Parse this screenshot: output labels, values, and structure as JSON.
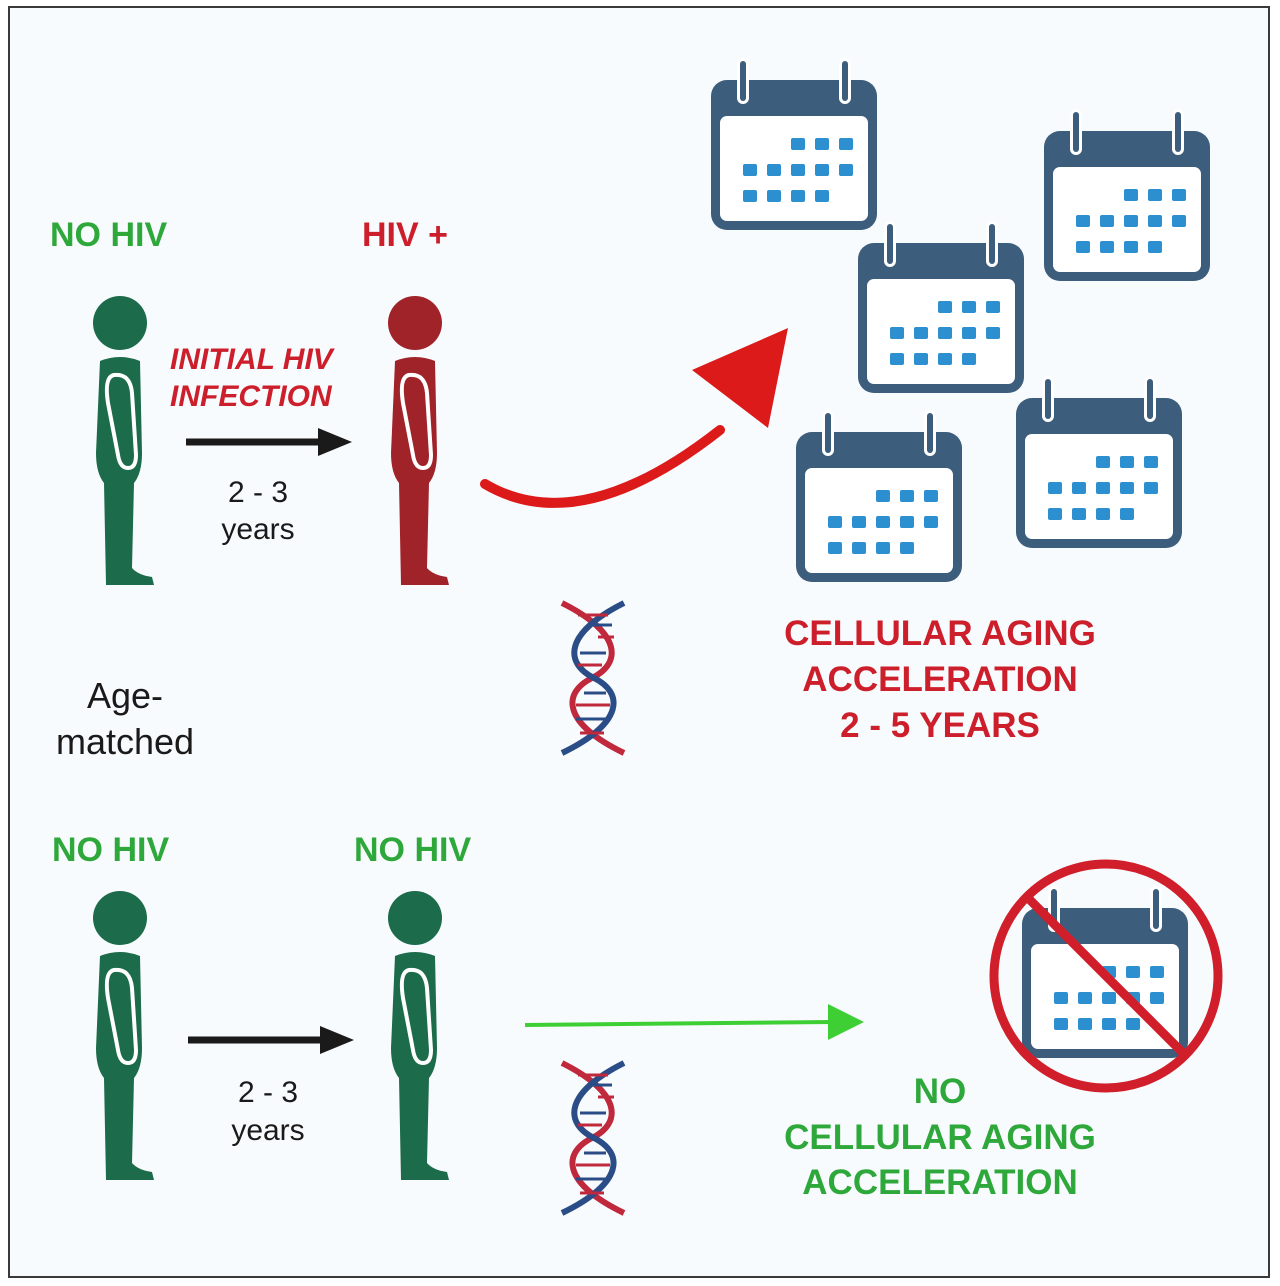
{
  "top_row": {
    "left_status": "NO HIV",
    "right_status": "HIV +",
    "arrow_label_line1": "INITIAL HIV",
    "arrow_label_line2": "INFECTION",
    "interval_line1": "2 - 3",
    "interval_line2": "years",
    "outcome_line1": "CELLULAR AGING",
    "outcome_line2": "ACCELERATION",
    "outcome_line3": "2 - 5 YEARS"
  },
  "side_note": {
    "line1": "Age-",
    "line2": "matched"
  },
  "bottom_row": {
    "left_status": "NO HIV",
    "right_status": "NO HIV",
    "interval_line1": "2 - 3",
    "interval_line2": "years",
    "outcome_line1": "NO",
    "outcome_line2": "CELLULAR AGING",
    "outcome_line3": "ACCELERATION"
  },
  "colors": {
    "healthy": "#1c6b4a",
    "infected": "#a1232a",
    "calendar": "#3d5d7c",
    "calendar_cell": "#2b8fd0",
    "positive_text": "#2ea83a",
    "negative_text": "#cc1f2b",
    "red_arrow": "#dd1a1a",
    "green_arrow": "#3ecf35"
  }
}
